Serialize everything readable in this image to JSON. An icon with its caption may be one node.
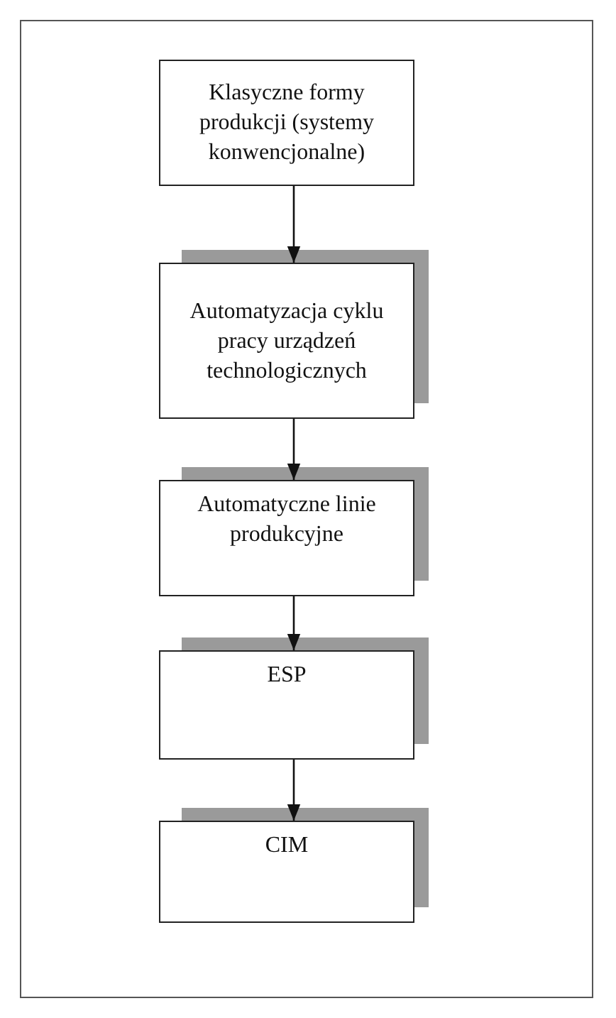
{
  "diagram": {
    "nodes": [
      {
        "text": [
          "Klasyczne formy produkcji (systemy konwencjonalne)"
        ]
      },
      {
        "text": [
          "Automatyzacja cyklu pracy urządzeń technologicznych"
        ]
      },
      {
        "text": [
          "Automatyczne linie produkcyjne"
        ]
      },
      {
        "text": [
          "ESP"
        ]
      },
      {
        "text": [
          "CIM"
        ]
      }
    ],
    "edges": [
      {
        "from": 0,
        "to": 1,
        "arrow": "to"
      },
      {
        "from": 1,
        "to": 2,
        "arrow": "to"
      },
      {
        "from": 2,
        "to": 3,
        "arrow": "to"
      },
      {
        "from": 3,
        "to": 4,
        "arrow": "to"
      }
    ]
  }
}
